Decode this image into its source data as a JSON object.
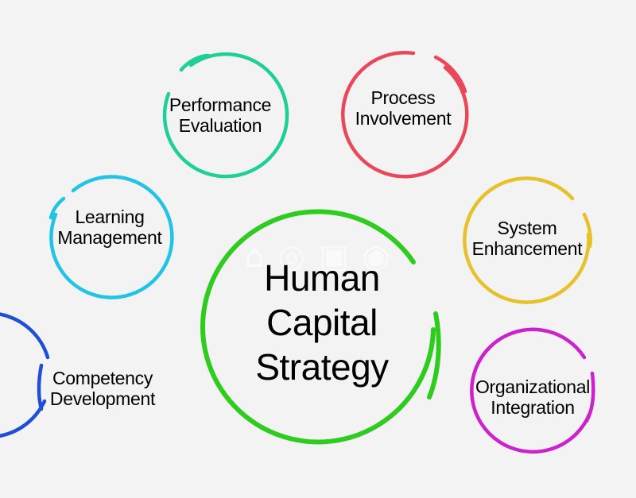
{
  "center": {
    "lines": [
      "Human",
      "Capital",
      "Strategy"
    ],
    "color": "#2ecc1f"
  },
  "nodes": [
    {
      "id": "performance-evaluation",
      "lines": [
        "Performance",
        "Evaluation"
      ],
      "color": "#1fcf9a"
    },
    {
      "id": "process-involvement",
      "lines": [
        "Process",
        "Involvement"
      ],
      "color": "#e8485a"
    },
    {
      "id": "learning-management",
      "lines": [
        "Learning",
        "Management"
      ],
      "color": "#22c4e6"
    },
    {
      "id": "system-enhancement",
      "lines": [
        "System",
        "Enhancement"
      ],
      "color": "#e6c12a"
    },
    {
      "id": "competency-development",
      "lines": [
        "Competency",
        "Development"
      ],
      "color": "#1f4fd6"
    },
    {
      "id": "organizational-integration",
      "lines": [
        "Organizational",
        "Integration"
      ],
      "color": "#cc22cc"
    }
  ]
}
